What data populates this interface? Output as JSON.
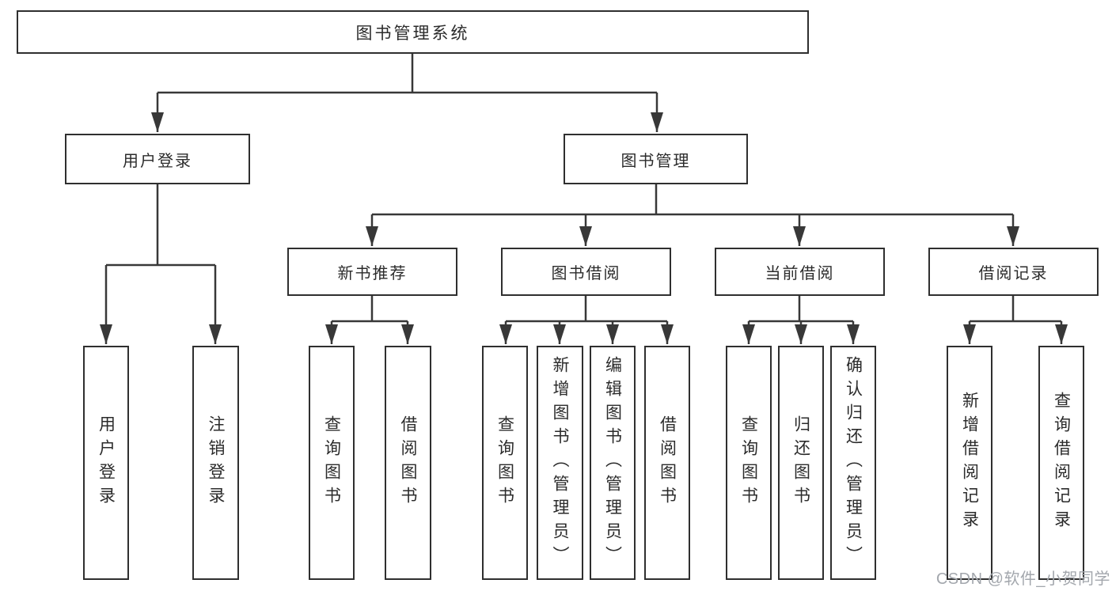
{
  "diagram": {
    "title": "图书管理系统",
    "branches": [
      {
        "label": "用户登录",
        "children": [
          "用户登录",
          "注销登录"
        ]
      },
      {
        "label": "图书管理",
        "sections": [
          {
            "label": "新书推荐",
            "children": [
              "查询图书",
              "借阅图书"
            ]
          },
          {
            "label": "图书借阅",
            "children": [
              "查询图书",
              "新增图书（管理员）",
              "编辑图书（管理员）",
              "借阅图书"
            ]
          },
          {
            "label": "当前借阅",
            "children": [
              "查询图书",
              "归还图书",
              "确认归还（管理员）"
            ]
          },
          {
            "label": "借阅记录",
            "children": [
              "新增借阅记录",
              "查询借阅记录"
            ]
          }
        ]
      }
    ]
  },
  "watermark": {
    "text": "CSDN @软件_小贺同学"
  },
  "colors": {
    "line": "#383838",
    "box_border": "#2f2f2f",
    "text": "#2b2b2b",
    "watermark": "#a3a7ad",
    "background": "#ffffff"
  }
}
